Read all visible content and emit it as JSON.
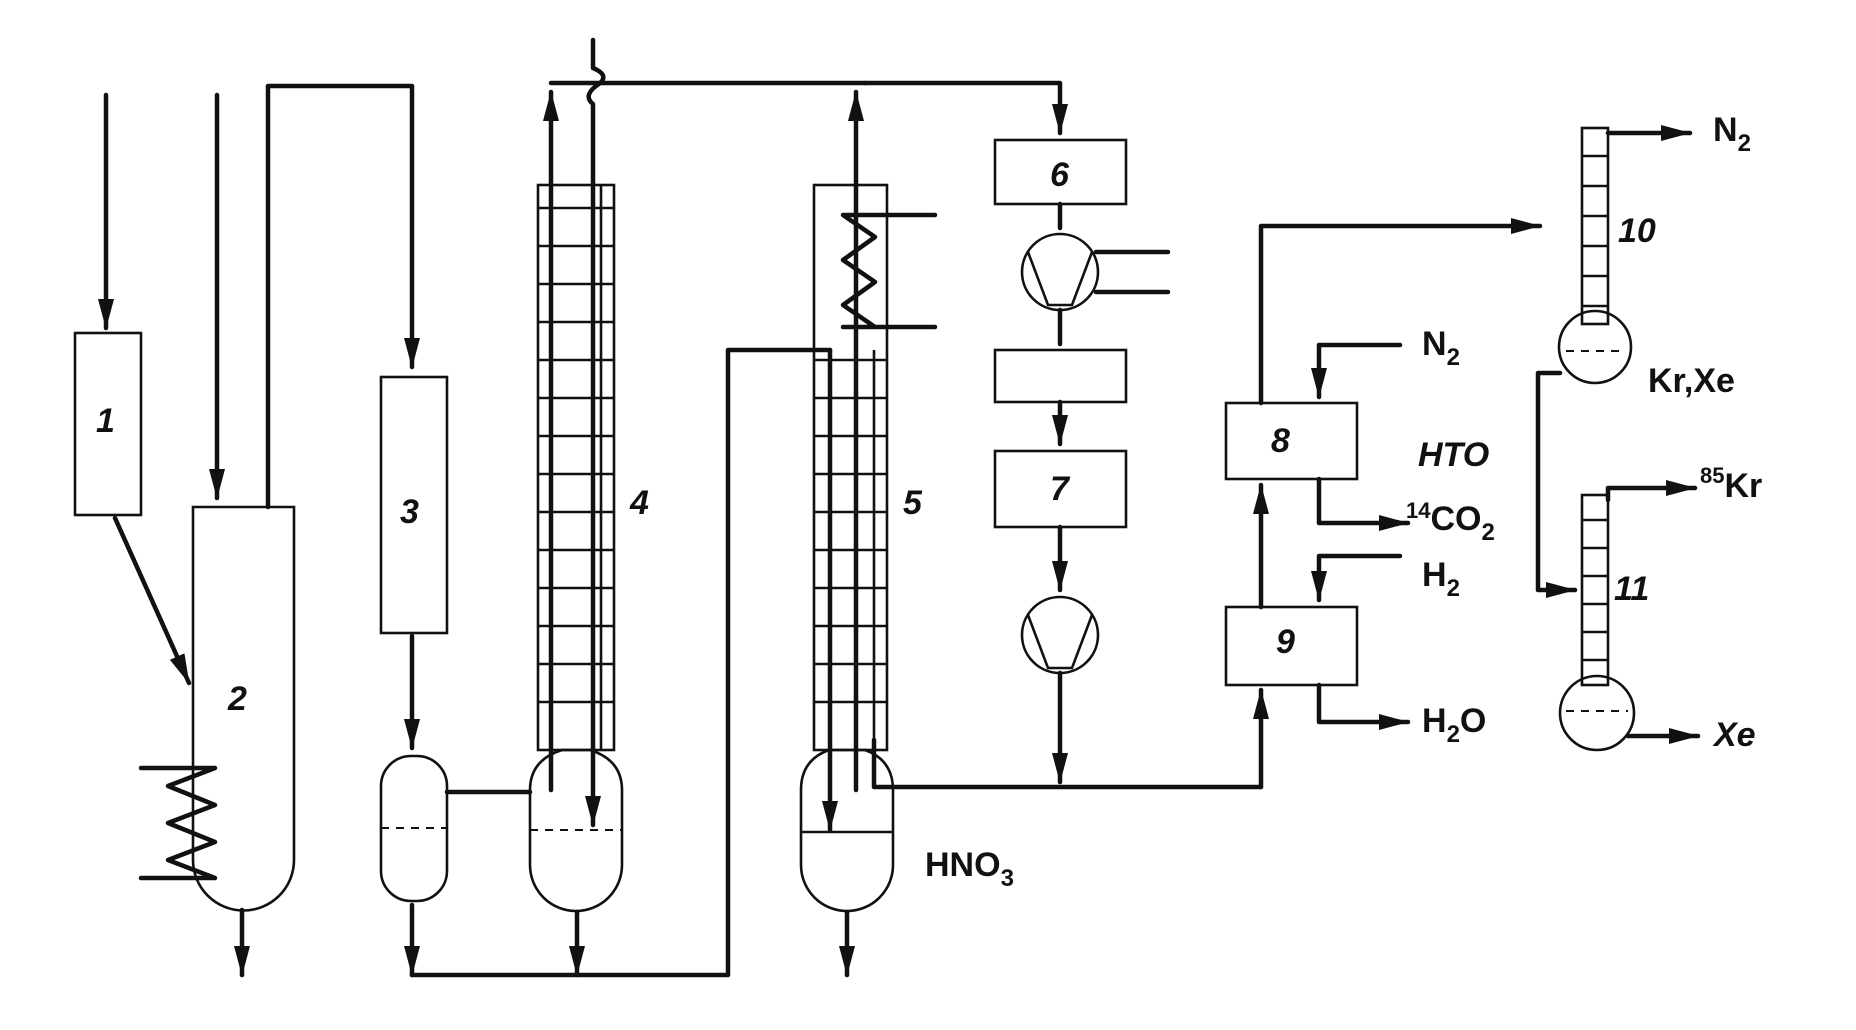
{
  "units": {
    "u1": "1",
    "u2": "2",
    "u3": "3",
    "u4": "4",
    "u5": "5",
    "u6": "6",
    "u7": "7",
    "u8": "8",
    "u9": "9",
    "u10": "10",
    "u11": "11"
  },
  "streams": {
    "n2_top": {
      "main": "N",
      "sub": "2"
    },
    "n2_in": {
      "main": "N",
      "sub": "2"
    },
    "kr_xe": "Kr,Xe",
    "hto": "HTO",
    "co2": {
      "sup": "14",
      "main": "CO",
      "sub": "2"
    },
    "h2": {
      "main": "H",
      "sub": "2"
    },
    "h2o": {
      "main": "H",
      "sub": "2",
      "tail": "O"
    },
    "kr85": {
      "sup": "85",
      "main": "Kr"
    },
    "xe": "Xe",
    "hno3": {
      "main": "HNO",
      "sub": "3"
    }
  }
}
